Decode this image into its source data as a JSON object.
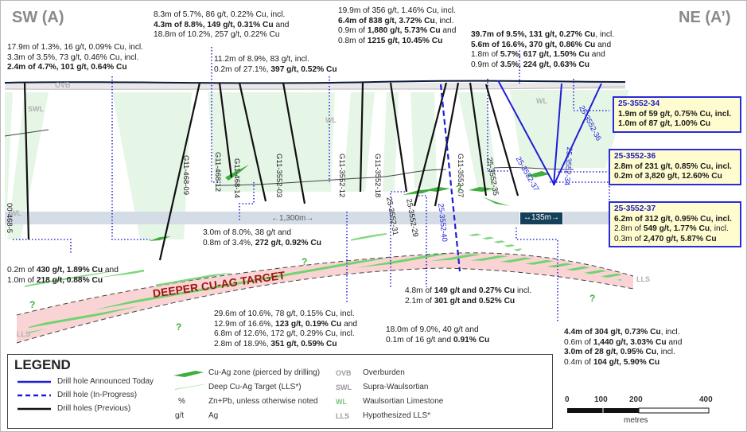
{
  "sides": {
    "left": "SW (A)",
    "right": "NE (A’)"
  },
  "units": {
    "ovb": "OVB",
    "swl": "SWL",
    "wl_mid": "WL",
    "wl_left": "WL",
    "wl_right": "WL",
    "lls_left": "LLS",
    "lls_right": "LLS"
  },
  "holes": {
    "h1": "00-468-5",
    "h2": "G11-468-09",
    "h3": "G11-468-12",
    "h4": "G11-468-14",
    "h5": "G11-3552-03",
    "h6": "G11-3552-12",
    "h7": "G11-3552-18",
    "h8": "G11-3552-07",
    "h9": "25-3552-35",
    "h10": "25-3552-37",
    "h11": "25-3552-34",
    "h12": "25-3552-36",
    "h13": "25-3552-31",
    "h14": "25-3552-29",
    "h15": "25-3552-40"
  },
  "distances": {
    "d1300": "1,300m",
    "d135": "135m"
  },
  "target_label": "DEEPER CU-AG TARGET",
  "question_mark": "?",
  "annotations": {
    "a1": [
      {
        "t": "17.9m of 1.3%, 16 g/t, 0.09% Cu, incl."
      },
      {
        "t": "3.3m of 3.5%, 73 g/t, 0.46% Cu, incl."
      },
      {
        "b": "2.4m of 4.7%, 101 g/t, 0.64% Cu"
      }
    ],
    "a2": [
      {
        "t": "8.3m of 5.7%, 86 g/t, 0.22% Cu, incl."
      },
      {
        "b": "4.3m of 8.8%, 149 g/t, 0.31% Cu",
        "t2": " and"
      },
      {
        "t": "18.8m of 10.2%, 257 g/t, 0.22% Cu"
      }
    ],
    "a3": [
      {
        "t": "11.2m of 8.9%, 83 g/t, incl."
      },
      {
        "t": "0.2m of 27.1%, ",
        "b": "397 g/t, 0.52% Cu"
      }
    ],
    "a4": [
      {
        "t": "19.9m of 356 g/t, 1.46% Cu, incl."
      },
      {
        "b": "6.4m of 838 g/t, 3.72% Cu",
        "t2": ", incl."
      },
      {
        "t": "0.9m of ",
        "b": "1,880 g/t, 5.73% Cu",
        "t2": " and"
      },
      {
        "t": "0.8m of ",
        "b": "1215 g/t, 10.45% Cu"
      }
    ],
    "a5": [
      {
        "b": "39.7m of 9.5%, 131 g/t, 0.27% Cu",
        "t2": ", incl."
      },
      {
        "b": "5.6m of 16.6%, 370 g/t, 0.86% Cu",
        "t2": " and"
      },
      {
        "t": "1.8m of ",
        "b": "5.7%, 617 g/t, 1.50% Cu",
        "t2": " and"
      },
      {
        "t": "0.9m of ",
        "b": "3.5%, 224 g/t, 0.63% Cu"
      }
    ],
    "a6": [
      {
        "t": "3.0m of 8.0%, 38 g/t and"
      },
      {
        "t": "0.8m of 3.4%, ",
        "b": "272 g/t, 0.92% Cu"
      }
    ],
    "a7": [
      {
        "t": "0.2m of ",
        "b": "430 g/t, 1.89% Cu",
        "t2": " and"
      },
      {
        "t": "1.0m of ",
        "b": "218 g/t, 0.88% Cu"
      }
    ],
    "a8": [
      {
        "t": "29.6m of 10.6%, 78 g/t, 0.15% Cu, incl."
      },
      {
        "t": "12.9m of 16.6%, ",
        "b": "123 g/t, 0.19% Cu",
        "t2": " and"
      },
      {
        "t": "6.8m of 12.6%, 172 g/t, 0.29% Cu, incl."
      },
      {
        "t": "2.8m of 18.9%, ",
        "b": "351 g/t, 0.59% Cu"
      }
    ],
    "a9": [
      {
        "t": "4.8m of ",
        "b": "149 g/t and 0.27% Cu",
        "t2": " incl."
      },
      {
        "t": "2.1m of ",
        "b": "301 g/t and 0.52% Cu"
      }
    ],
    "a10": [
      {
        "t": "18.0m of 9.0%, 40 g/t and"
      },
      {
        "t": "0.1m of 16 g/t and ",
        "b": "0.91% Cu"
      }
    ],
    "a11": [
      {
        "b": "4.4m of 304 g/t, 0.73% Cu",
        "t2": ", incl."
      },
      {
        "t": "0.6m of ",
        "b": "1,440 g/t, 3.03% Cu",
        "t2": " and"
      },
      {
        "b": "3.0m of 28 g/t, 0.95% Cu",
        "t2": ", incl."
      },
      {
        "t": "0.4m of ",
        "b": "104 g/t, 5.90% Cu"
      }
    ]
  },
  "boxes": {
    "b34": {
      "hd": "25-3552-34",
      "lines": [
        {
          "b": "1.9m of 59 g/t, 0.75% Cu, incl."
        },
        {
          "b": "1.0m of 87 g/t, 1.00% Cu"
        }
      ]
    },
    "b36": {
      "hd": "25-3552-36",
      "lines": [
        {
          "b": "2.8m of 231 g/t, 0.85% Cu, incl."
        },
        {
          "b": "0.2m of 3,820 g/t, 12.60% Cu"
        }
      ]
    },
    "b37": {
      "hd": "25-3552-37",
      "lines": [
        {
          "b": "6.2m of 312 g/t, 0.95% Cu, incl."
        },
        {
          "t": "2.8m of ",
          "b": "549 g/t, 1.77% Cu",
          "t2": ", incl."
        },
        {
          "t": "0.3m of ",
          "b": "2,470 g/t, 5.87% Cu"
        }
      ]
    }
  },
  "legend": {
    "title": "LEGEND",
    "items": {
      "announced": "Drill hole Announced Today",
      "progress": "Drill hole (In-Progress)",
      "previous": "Drill holes (Previous)",
      "cuag_zone": "Cu-Ag zone (pierced by drilling)",
      "deep_target": "Deep Cu-Ag Target (LLS*)",
      "pct_sym": "%",
      "pct_desc": "Zn+Pb, unless otherwise noted",
      "gt_sym": "g/t",
      "gt_desc": "Ag",
      "ovb_abbr": "OVB",
      "ovb_desc": "Overburden",
      "swl_abbr": "SWL",
      "swl_desc": "Supra-Waulsortian",
      "wl_abbr": "WL",
      "wl_desc": "Waulsortian Limestone",
      "lls_abbr": "LLS",
      "lls_desc": "Hypothesized LLS*"
    }
  },
  "scale": {
    "ticks": [
      "0",
      "100",
      "200",
      "400"
    ],
    "unit": "metres"
  },
  "colors": {
    "announced": "#1f1fd6",
    "previous": "#111111",
    "cuag": "#3fae3f",
    "target_fill": "#fad4d4",
    "wl_fill": "#e2f5e2",
    "band": "#d4dde6",
    "box_fill": "#fffdd0",
    "target_text": "#a01414",
    "distance_fill": "#14405a"
  }
}
